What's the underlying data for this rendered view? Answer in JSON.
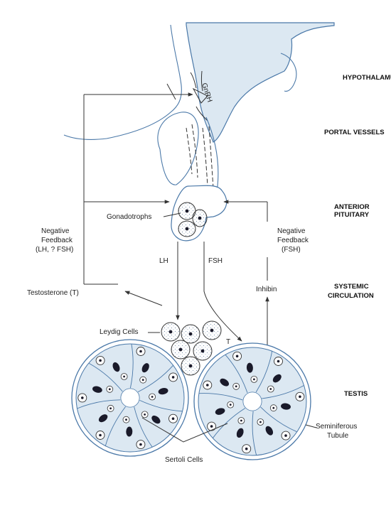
{
  "levels": {
    "hypothalamus": "HYPOTHALAMUS",
    "portal_vessels": "PORTAL VESSELS",
    "anterior_pituitary_1": "ANTERIOR",
    "anterior_pituitary_2": "PITUITARY",
    "systemic_1": "SYSTEMIC",
    "systemic_2": "CIRCULATION",
    "testis": "TESTIS"
  },
  "labels": {
    "gnrh": "GnRH",
    "gonadotrophs": "Gonadotrophs",
    "neg_feedback_left_1": "Negative",
    "neg_feedback_left_2": "Feedback",
    "neg_feedback_left_3": "(LH, ? FSH)",
    "neg_feedback_right_1": "Negative",
    "neg_feedback_right_2": "Feedback",
    "neg_feedback_right_3": "(FSH)",
    "lh": "LH",
    "fsh": "FSH",
    "testosterone": "Testosterone (T)",
    "inhibin": "Inhibin",
    "leydig_cells": "Leydig Cells",
    "t_marker": "T",
    "seminiferous_1": "Seminiferous",
    "seminiferous_2": "Tubule",
    "sertoli_cells": "Sertoli Cells"
  },
  "colors": {
    "tissue_fill": "#dce8f2",
    "outline_blue": "#4a78a8",
    "line_dark": "#333333",
    "nucleus": "#1a1a2a"
  }
}
